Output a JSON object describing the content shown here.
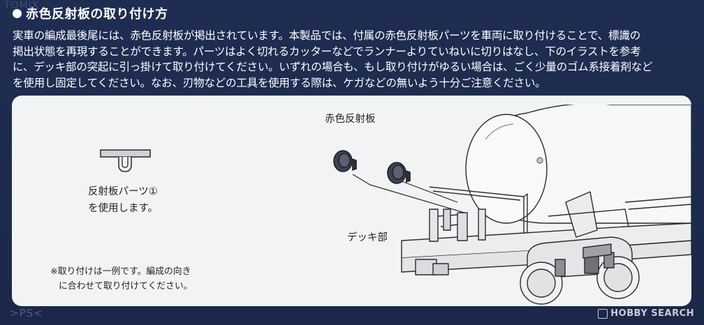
{
  "corner_mark": "TOMIX",
  "heading": {
    "title": "赤色反射板の取り付け方"
  },
  "body": {
    "lines": [
      "実車の編成最後尾には、赤色反射板が掲出されています。本製品では、付属の赤色反射板パーツを車両に取り付けることで、標識の",
      "掲出状態を再現することができます。パーツはよく切れるカッターなどでランナーよりていねいに切りはなし、下のイラストを参考",
      "に、デッキ部の突起に引っ掛けて取り付けてください。いずれの場合も、もし取り付けがゆるい場合は、ごく少量のゴム系接着剤など",
      "を使用し固定してください。なお、刃物などの工具を使用する際は、ケガなどの無いよう十分ご注意ください。"
    ]
  },
  "illustration": {
    "part_label_line1": "反射板パーツ①",
    "part_label_line2": "を使用します。",
    "note_line1": "※取り付けは一例です。編成の向き",
    "note_line2": "に合わせて取り付けてください。",
    "reflector_label": "赤色反射板",
    "deck_label": "デッキ部"
  },
  "footer": {
    "left_mark": ">PS<",
    "watermark": "HOBBY SEARCH"
  },
  "colors": {
    "background": "#1c2a4e",
    "panel": "#f2f3f5",
    "text_light": "#ffffff",
    "text_dark": "#222326"
  }
}
